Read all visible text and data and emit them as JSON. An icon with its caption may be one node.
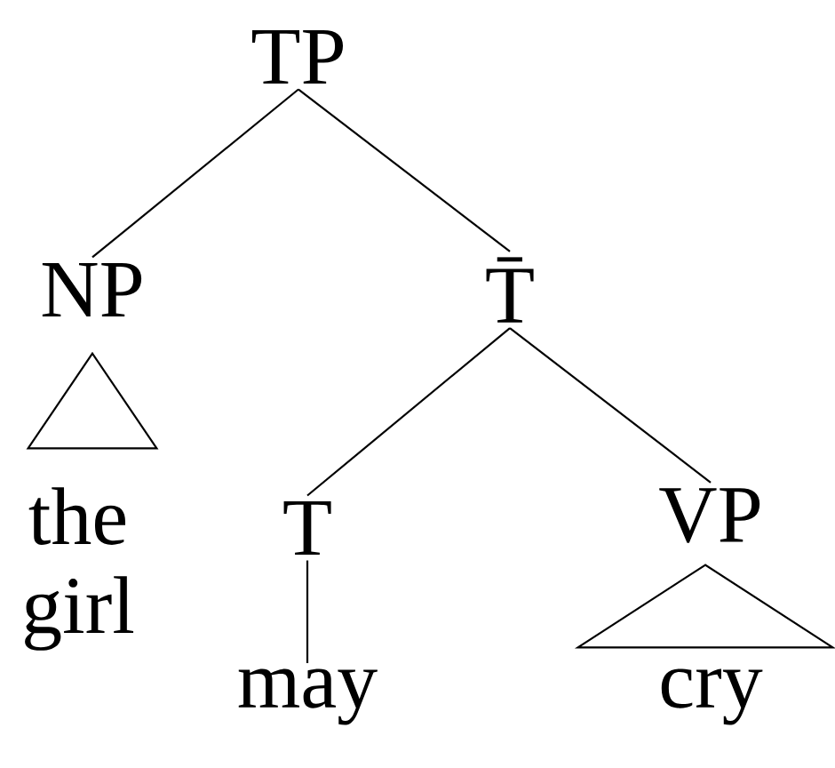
{
  "diagram": {
    "nodes": [
      {
        "text": [
          "TP"
        ]
      },
      {
        "text": [
          "NP"
        ]
      },
      {
        "text": [
          "T̄"
        ]
      },
      {
        "text": [
          "the girl"
        ]
      },
      {
        "text": [
          "T"
        ]
      },
      {
        "text": [
          "VP"
        ]
      },
      {
        "text": [
          "may"
        ]
      },
      {
        "text": [
          "cry"
        ]
      },
      {
        "text": [],
        "shape": "triangle"
      },
      {
        "text": [],
        "shape": "triangle"
      }
    ],
    "edges": [
      {
        "from": 0,
        "to": 1,
        "arrow": "none"
      },
      {
        "from": 0,
        "to": 2,
        "arrow": "none"
      },
      {
        "from": 2,
        "to": 4,
        "arrow": "none"
      },
      {
        "from": 2,
        "to": 5,
        "arrow": "none"
      },
      {
        "from": 4,
        "to": 6,
        "arrow": "none"
      }
    ]
  }
}
